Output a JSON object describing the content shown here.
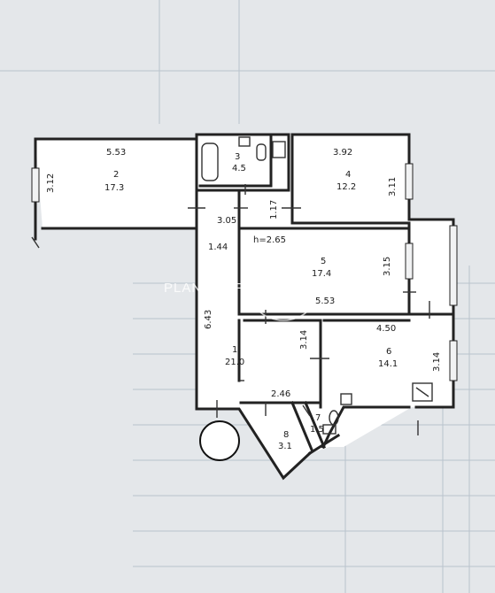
{
  "plan": {
    "height_note": "h=2.65",
    "watermark": "PLANETS PLACE",
    "rooms": [
      {
        "number": "2",
        "area": "17.3",
        "width": "5.53",
        "depth": "3.12"
      },
      {
        "number": "3",
        "area": "4.5"
      },
      {
        "number": "4",
        "area": "12.2",
        "width": "3.92",
        "depth": "3.11"
      },
      {
        "number": "5",
        "area": "17.4",
        "width": "5.53",
        "depth": "3.15"
      },
      {
        "number": "1",
        "area": "21.0"
      },
      {
        "number": "6",
        "area": "14.1",
        "width": "4.50",
        "depth": "3.14"
      },
      {
        "number": "7",
        "area": "1.5"
      },
      {
        "number": "8",
        "area": "3.1"
      }
    ],
    "dimensions": {
      "hall_width": "3.05",
      "hall_depth": "1.17",
      "corridor_width": "1.44",
      "hall_length": "6.43",
      "hall_lower_depth": "3.14",
      "hall_lower_width": "2.46"
    }
  }
}
